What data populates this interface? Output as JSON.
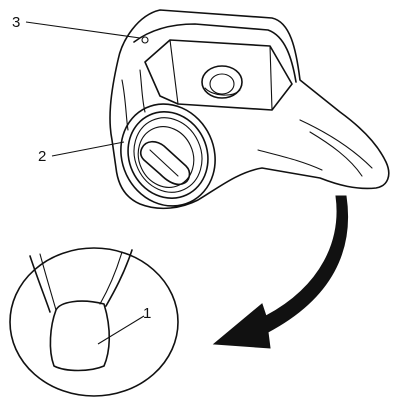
{
  "callouts": {
    "c1": "1",
    "c2": "2",
    "c3": "3"
  },
  "colors": {
    "ink": "#111111",
    "paper": "#ffffff"
  }
}
